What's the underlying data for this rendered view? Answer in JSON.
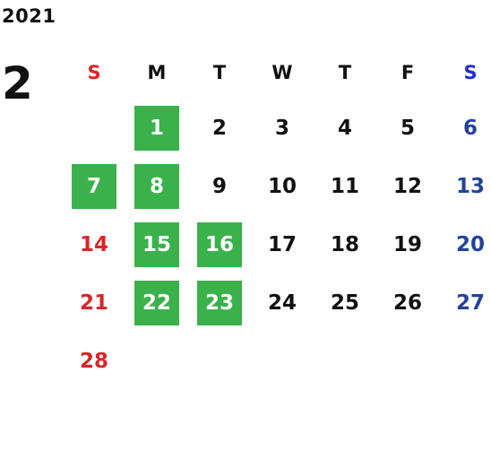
{
  "year": "2021",
  "month": "2",
  "colors": {
    "highlight_bg": "#3bb14b",
    "sunday": "#d7262b",
    "saturday": "#22439b",
    "sunday_header": "#e8212a",
    "saturday_header": "#1f2fd3"
  },
  "weekdays": [
    "S",
    "M",
    "T",
    "W",
    "T",
    "F",
    "S"
  ],
  "first_weekday_index": 1,
  "days": [
    {
      "label": "1",
      "highlighted": true
    },
    {
      "label": "2",
      "highlighted": false
    },
    {
      "label": "3",
      "highlighted": false
    },
    {
      "label": "4",
      "highlighted": false
    },
    {
      "label": "5",
      "highlighted": false
    },
    {
      "label": "6",
      "highlighted": false
    },
    {
      "label": "7",
      "highlighted": true
    },
    {
      "label": "8",
      "highlighted": true
    },
    {
      "label": "9",
      "highlighted": false
    },
    {
      "label": "10",
      "highlighted": false
    },
    {
      "label": "11",
      "highlighted": false
    },
    {
      "label": "12",
      "highlighted": false
    },
    {
      "label": "13",
      "highlighted": false
    },
    {
      "label": "14",
      "highlighted": false
    },
    {
      "label": "15",
      "highlighted": true
    },
    {
      "label": "16",
      "highlighted": true
    },
    {
      "label": "17",
      "highlighted": false
    },
    {
      "label": "18",
      "highlighted": false
    },
    {
      "label": "19",
      "highlighted": false
    },
    {
      "label": "20",
      "highlighted": false
    },
    {
      "label": "21",
      "highlighted": false
    },
    {
      "label": "22",
      "highlighted": true
    },
    {
      "label": "23",
      "highlighted": true
    },
    {
      "label": "24",
      "highlighted": false
    },
    {
      "label": "25",
      "highlighted": false
    },
    {
      "label": "26",
      "highlighted": false
    },
    {
      "label": "27",
      "highlighted": false
    },
    {
      "label": "28",
      "highlighted": false
    }
  ]
}
